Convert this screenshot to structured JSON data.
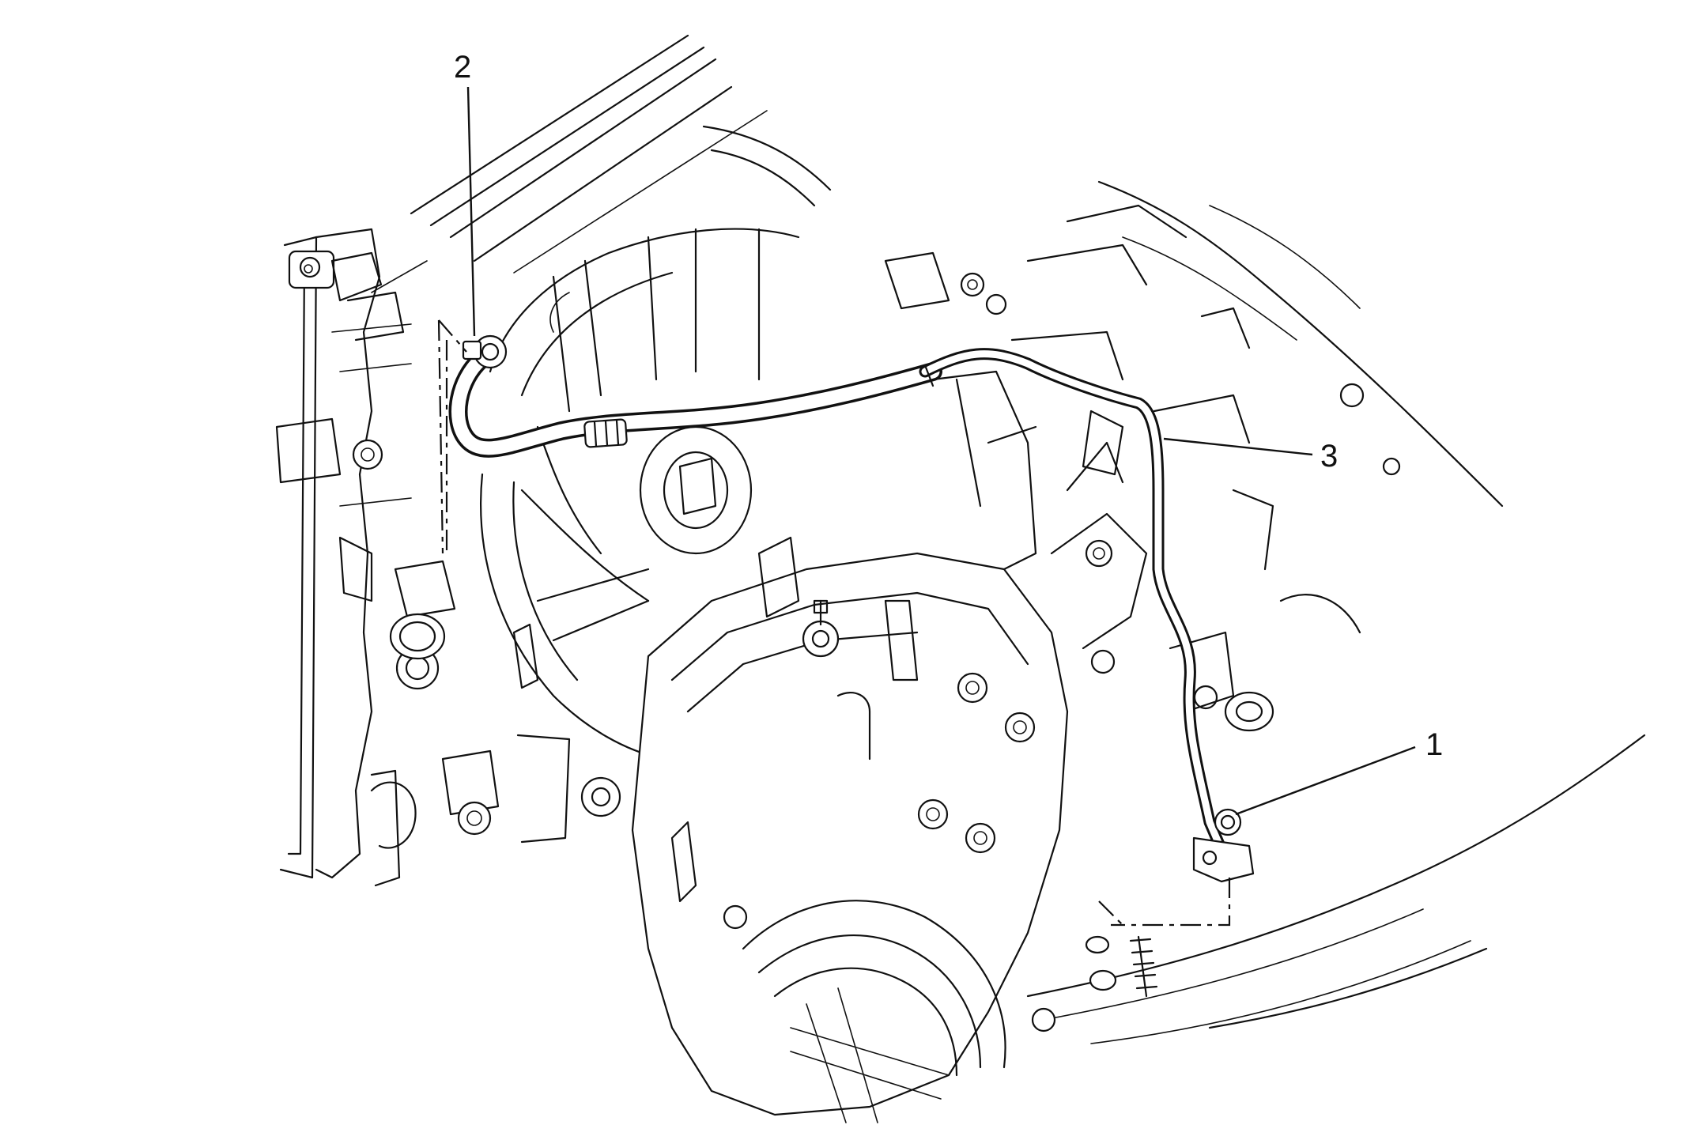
{
  "figure": {
    "callouts": [
      {
        "id": "1",
        "label": "1"
      },
      {
        "id": "2",
        "label": "2"
      },
      {
        "id": "3",
        "label": "3"
      }
    ]
  },
  "colors": {
    "line": "#111111",
    "background": "#ffffff"
  }
}
